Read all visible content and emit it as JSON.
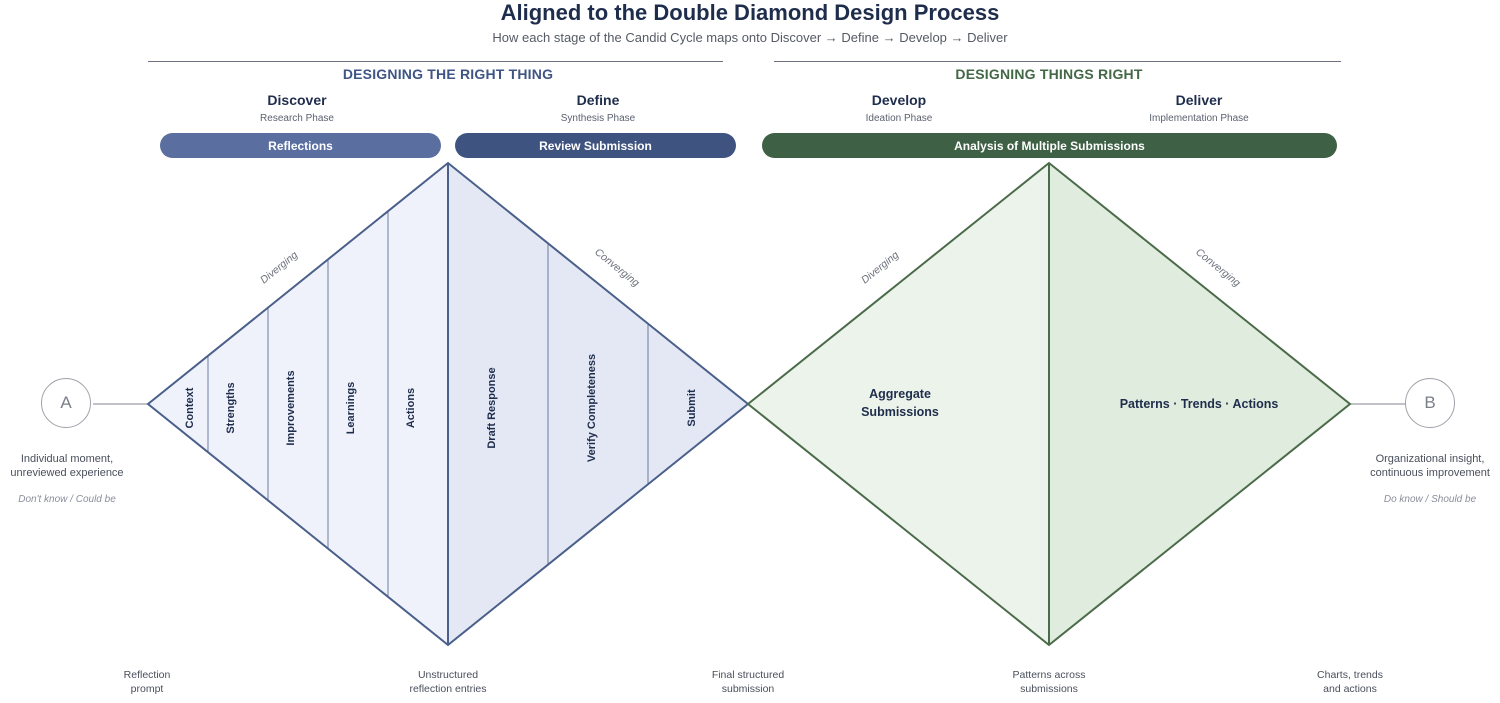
{
  "header": {
    "title": "Aligned to the Double Diamond Design Process",
    "subtitle": "How each stage of the Candid Cycle maps onto Discover → Define → Develop → Deliver"
  },
  "groups": [
    {
      "label": "DESIGNING THE RIGHT THING",
      "color": "#3e5585"
    },
    {
      "label": "DESIGNING THINGS RIGHT",
      "color": "#436846"
    }
  ],
  "phases": [
    {
      "title": "Discover",
      "subtitle": "Research Phase"
    },
    {
      "title": "Define",
      "subtitle": "Synthesis Phase"
    },
    {
      "title": "Develop",
      "subtitle": "Ideation Phase"
    },
    {
      "title": "Deliver",
      "subtitle": "Implementation Phase"
    }
  ],
  "pills": [
    {
      "label": "Reflections",
      "color": "#5a6fa0"
    },
    {
      "label": "Review Submission",
      "color": "#3f5380"
    },
    {
      "label": "Analysis of Multiple Submissions",
      "color": "#3e6044"
    }
  ],
  "diamonds": {
    "first": {
      "diverging_label": "Diverging",
      "converging_label": "Converging",
      "left_segments": [
        "Context",
        "Strengths",
        "Improvements",
        "Learnings",
        "Actions"
      ],
      "right_segments": [
        "Draft Response",
        "Verify Completeness",
        "Submit"
      ],
      "stroke": "#4a5f8a",
      "fill_left": "#eff2fa",
      "fill_right": "#e3e8f4"
    },
    "second": {
      "diverging_label": "Diverging",
      "converging_label": "Converging",
      "left_text": "Aggregate Submissions",
      "right_text": "Patterns · Trends · Actions",
      "stroke": "#4b6b4a",
      "fill_left": "#ecf3ea",
      "fill_right": "#e0ecdd"
    }
  },
  "endpoints": {
    "a": {
      "letter": "A",
      "description_lines": [
        "Individual moment,",
        "unreviewed experience"
      ],
      "note": "Don't know / Could be"
    },
    "b": {
      "letter": "B",
      "description_lines": [
        "Organizational insight,",
        "continuous improvement"
      ],
      "note": "Do know / Should be"
    }
  },
  "bottom_labels": [
    [
      "Reflection",
      "prompt"
    ],
    [
      "Unstructured",
      "reflection entries"
    ],
    [
      "Final structured",
      "submission"
    ],
    [
      "Patterns across",
      "submissions"
    ],
    [
      "Charts, trends",
      "and actions"
    ]
  ]
}
